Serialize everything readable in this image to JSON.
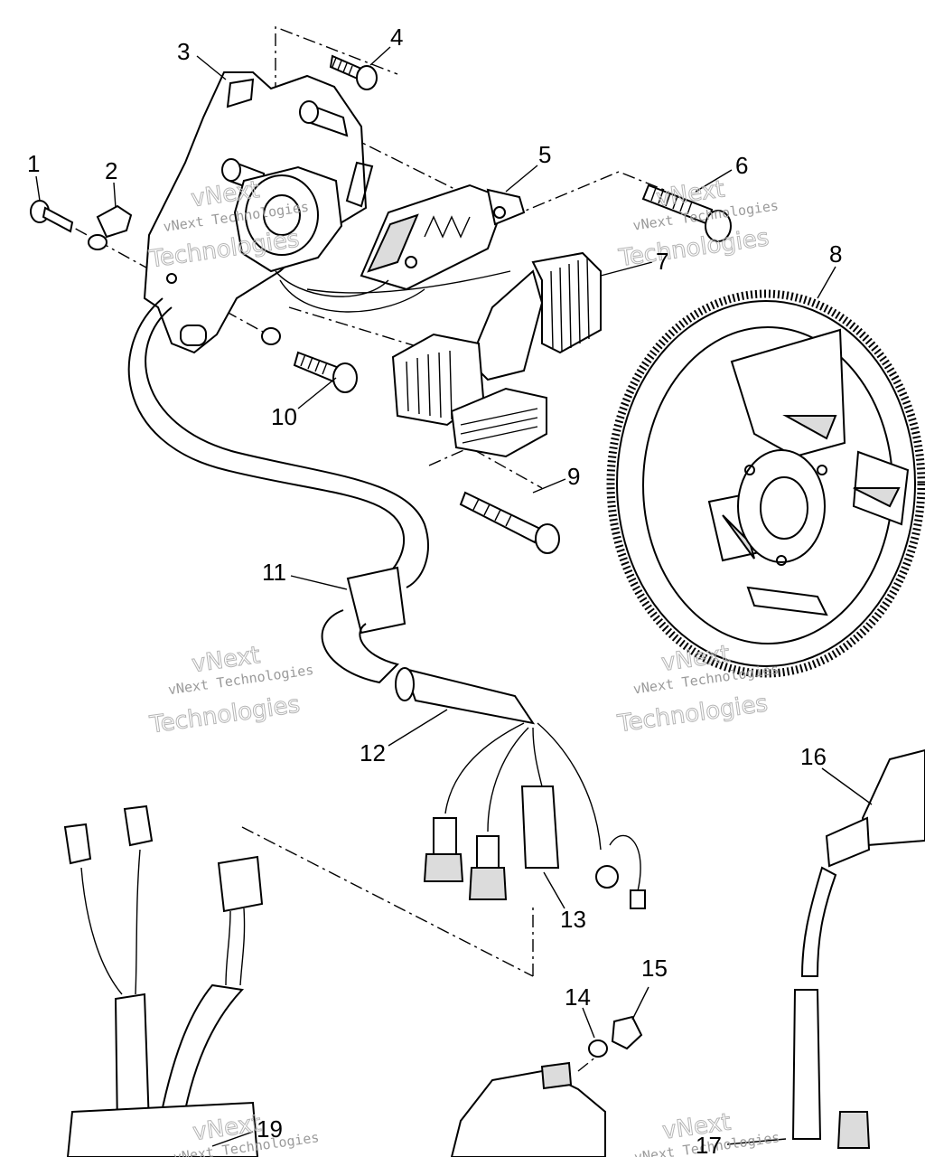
{
  "callouts": [
    "1",
    "2",
    "3",
    "4",
    "5",
    "6",
    "7",
    "8",
    "9",
    "10",
    "11",
    "12",
    "13",
    "14",
    "15",
    "16",
    "17",
    "19"
  ],
  "watermark": {
    "line1": "vNext",
    "line2": "vNext Technologies",
    "line3": "Technologies"
  }
}
